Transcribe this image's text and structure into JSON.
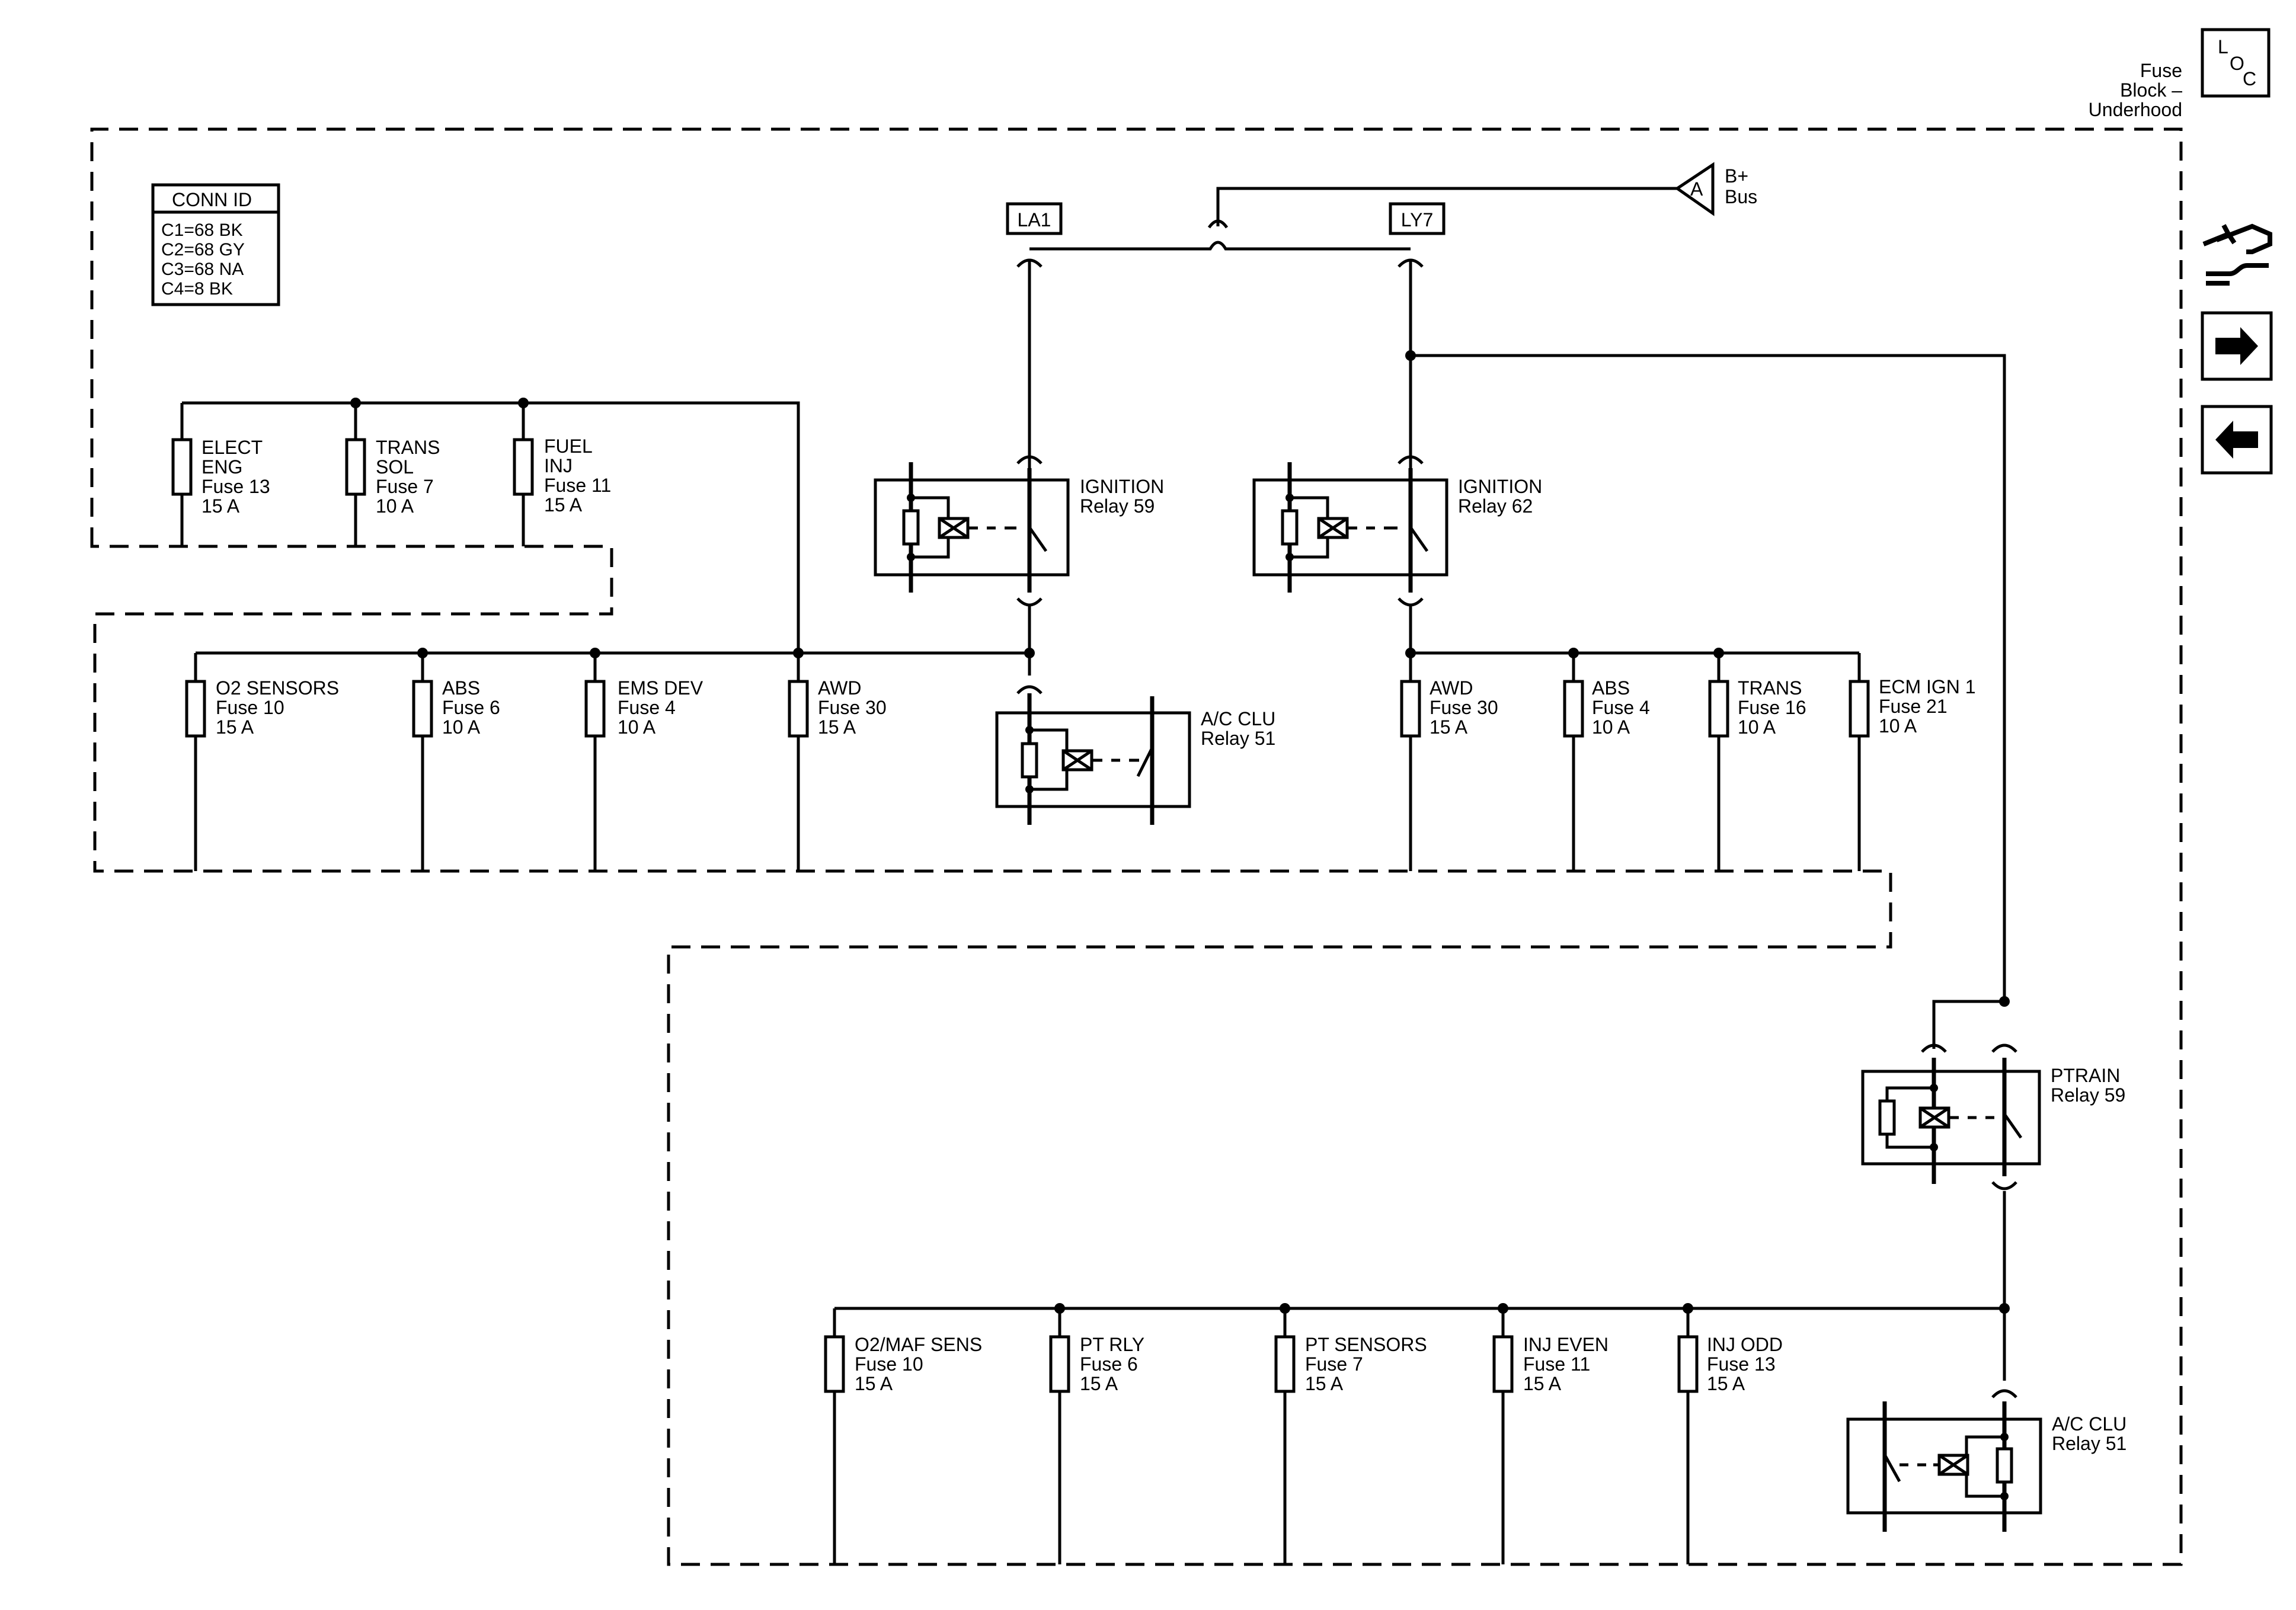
{
  "header": {
    "location_label_lines": [
      "Fuse",
      "Block –",
      "Underhood"
    ],
    "loc_icon_letters": [
      "L",
      "O",
      "C"
    ]
  },
  "conn_id": {
    "title": "CONN ID",
    "rows": [
      "C1=68 BK",
      "C2=68 GY",
      "C3=68 NA",
      "C4=8 BK"
    ]
  },
  "bus": {
    "connector_letter": "A",
    "label_lines": [
      "B+",
      "Bus"
    ],
    "options": [
      "LA1",
      "LY7"
    ]
  },
  "relays": [
    {
      "id": "ign59",
      "lines": [
        "IGNITION",
        "Relay 59"
      ]
    },
    {
      "id": "ign62",
      "lines": [
        "IGNITION",
        "Relay 62"
      ]
    },
    {
      "id": "acclu_top",
      "lines": [
        "A/C CLU",
        "Relay 51"
      ]
    },
    {
      "id": "ptrain",
      "lines": [
        "PTRAIN",
        "Relay 59"
      ]
    },
    {
      "id": "acclu_bot",
      "lines": [
        "A/C CLU",
        "Relay 51"
      ]
    }
  ],
  "fuses": [
    {
      "id": "f_elect_eng",
      "lines": [
        "ELECT",
        "ENG",
        "Fuse 13",
        "15 A"
      ]
    },
    {
      "id": "f_trans_sol",
      "lines": [
        "TRANS",
        "SOL",
        "Fuse 7",
        "10 A"
      ]
    },
    {
      "id": "f_fuel_inj",
      "lines": [
        "FUEL",
        "INJ",
        "Fuse 11",
        "15 A"
      ]
    },
    {
      "id": "f_o2_sensors",
      "lines": [
        "O2 SENSORS",
        "Fuse 10",
        "15 A"
      ]
    },
    {
      "id": "f_abs6",
      "lines": [
        "ABS",
        "Fuse 6",
        "10 A"
      ]
    },
    {
      "id": "f_ems_dev",
      "lines": [
        "EMS DEV",
        "Fuse 4",
        "10 A"
      ]
    },
    {
      "id": "f_awd_left",
      "lines": [
        "AWD",
        "Fuse 30",
        "15 A"
      ]
    },
    {
      "id": "f_awd_right",
      "lines": [
        "AWD",
        "Fuse 30",
        "15 A"
      ]
    },
    {
      "id": "f_abs4",
      "lines": [
        "ABS",
        "Fuse 4",
        "10 A"
      ]
    },
    {
      "id": "f_trans16",
      "lines": [
        "TRANS",
        "Fuse 16",
        "10 A"
      ]
    },
    {
      "id": "f_ecm_ign1",
      "lines": [
        "ECM IGN 1",
        "Fuse 21",
        "10 A"
      ]
    },
    {
      "id": "f_o2_maf",
      "lines": [
        "O2/MAF SENS",
        "Fuse 10",
        "15 A"
      ]
    },
    {
      "id": "f_pt_rly",
      "lines": [
        "PT RLY",
        "Fuse 6",
        "15 A"
      ]
    },
    {
      "id": "f_pt_sensors",
      "lines": [
        "PT SENSORS",
        "Fuse 7",
        "15 A"
      ]
    },
    {
      "id": "f_inj_even",
      "lines": [
        "INJ EVEN",
        "Fuse 11",
        "15 A"
      ]
    },
    {
      "id": "f_inj_odd",
      "lines": [
        "INJ ODD",
        "Fuse 13",
        "15 A"
      ]
    }
  ],
  "nav_icons": [
    "wiring-harness-icon",
    "arrow-right-icon",
    "arrow-left-icon"
  ]
}
